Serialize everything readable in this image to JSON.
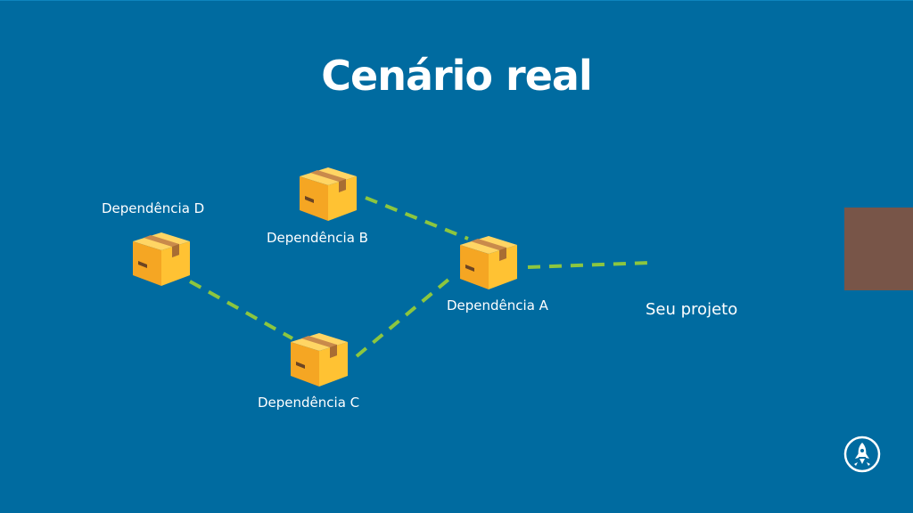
{
  "slide": {
    "title": "Cenário real",
    "background_color": "#006ba0",
    "line_color": "#8cc63f",
    "nodes": [
      {
        "id": "D",
        "label": "Dependência D",
        "icon": "package-box-icon"
      },
      {
        "id": "B",
        "label": "Dependência B",
        "icon": "package-box-icon"
      },
      {
        "id": "A",
        "label": "Dependência A",
        "icon": "package-box-icon"
      },
      {
        "id": "C",
        "label": "Dependência C",
        "icon": "package-box-icon"
      },
      {
        "id": "P",
        "label": "Seu projeto"
      }
    ],
    "edges": [
      {
        "from": "D",
        "to": "C"
      },
      {
        "from": "C",
        "to": "A"
      },
      {
        "from": "B",
        "to": "A"
      },
      {
        "from": "A",
        "to": "P"
      }
    ],
    "logo_icon": "rocket-icon"
  }
}
